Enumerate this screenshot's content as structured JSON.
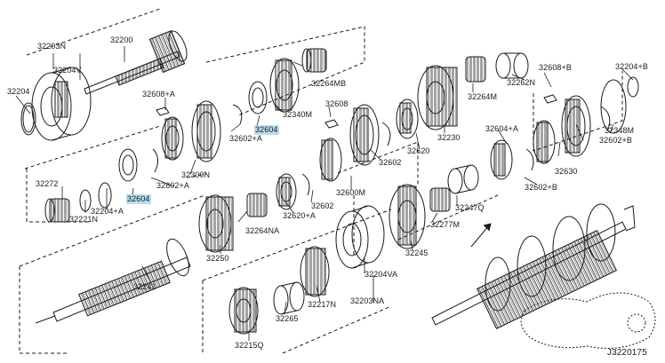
{
  "diagram": {
    "drawing_id": "J3220175",
    "highlight_color": "#b9dcf2",
    "line_color": "#1a1a1a",
    "part_labels": {
      "p32203n": "32203N",
      "p32200": "32200",
      "p32204v": "32204V",
      "p32204": "32204",
      "p32608a_1": "32608+A",
      "p32264mb": "32264MB",
      "p32340m": "32340M",
      "p32602a_1": "32602+A",
      "p32604_1": "32604",
      "p32608_1": "32608",
      "p32300n": "32300N",
      "p32602a_2": "32602+A",
      "p32272": "32272",
      "p32604_2": "32604",
      "p32204a": "32204+A",
      "p32221n": "32221N",
      "p32264na": "32264NA",
      "p32620a": "32620+A",
      "p32602_1": "32602",
      "p32600m": "32600M",
      "p32602_2": "32602",
      "p32620": "32620",
      "p32230": "32230",
      "p32264m": "32264M",
      "p32262n": "32262N",
      "p32608b": "32608+B",
      "p32204b": "32204+B",
      "p32604a": "32604+A",
      "p32348m": "32348M",
      "p32602b_1": "32602+B",
      "p32630": "32630",
      "p32602b_2": "32602+B",
      "p32247q": "32247Q",
      "p32277m": "32277M",
      "p32245": "32245",
      "p32250": "32250",
      "p32241": "32241",
      "p32204va": "32204VA",
      "p32203na": "32203NA",
      "p32217n": "32217N",
      "p32265": "32265",
      "p32215q": "32215Q"
    }
  }
}
